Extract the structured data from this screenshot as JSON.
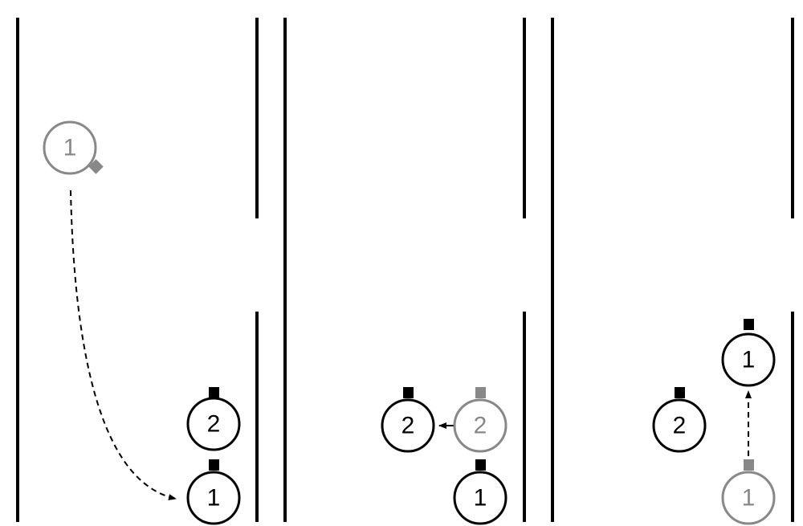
{
  "colors": {
    "active": "#000000",
    "ghost": "#888888",
    "background": "#ffffff"
  },
  "panels": [
    {
      "robots": [
        {
          "label": "1",
          "state": "ghost",
          "sensor": "diagonal-down-right"
        },
        {
          "label": "2",
          "state": "active",
          "sensor": "up"
        },
        {
          "label": "1",
          "state": "active",
          "sensor": "up"
        }
      ],
      "moves": [
        {
          "from": "robot-1-ghost",
          "to": "robot-1",
          "style": "dashed-curve"
        }
      ]
    },
    {
      "robots": [
        {
          "label": "2",
          "state": "active",
          "sensor": "up"
        },
        {
          "label": "2",
          "state": "ghost",
          "sensor": "up"
        },
        {
          "label": "1",
          "state": "active",
          "sensor": "up"
        }
      ],
      "moves": [
        {
          "from": "robot-2-ghost",
          "to": "robot-2",
          "style": "solid-short"
        }
      ]
    },
    {
      "robots": [
        {
          "label": "1",
          "state": "active",
          "sensor": "up"
        },
        {
          "label": "2",
          "state": "active",
          "sensor": "up"
        },
        {
          "label": "1",
          "state": "ghost",
          "sensor": "up"
        }
      ],
      "moves": [
        {
          "from": "robot-1-ghost",
          "to": "robot-1",
          "style": "dashed-straight"
        }
      ]
    }
  ]
}
